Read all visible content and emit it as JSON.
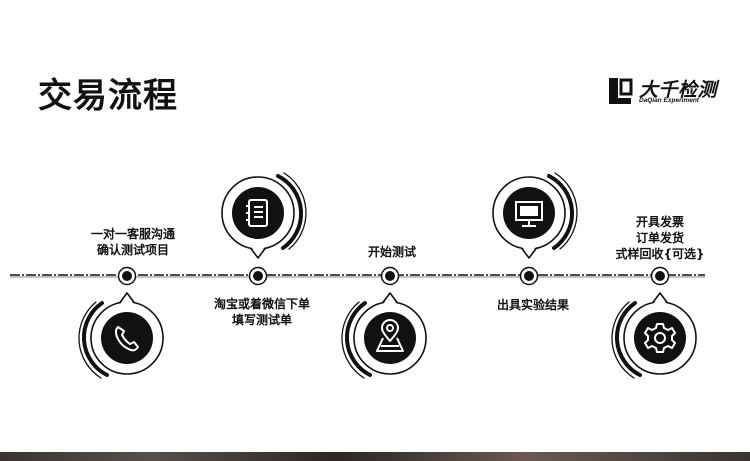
{
  "title": "交易流程",
  "logo": {
    "name": "大千检测",
    "sub": "DaQian Experiment"
  },
  "steps": [
    {
      "lines": [
        "一对一客服沟通",
        "确认测试项目"
      ],
      "icon": "phone-icon"
    },
    {
      "lines": [
        "淘宝或着微信下单",
        "填写测试单"
      ],
      "icon": "notepad-icon"
    },
    {
      "lines": [
        "开始测试"
      ],
      "icon": "map-pin-icon"
    },
    {
      "lines": [
        "出具实验结果"
      ],
      "icon": "monitor-icon"
    },
    {
      "lines": [
        "开具发票",
        "订单发货",
        "式样回收{可选}"
      ],
      "icon": "gear-icon"
    }
  ]
}
